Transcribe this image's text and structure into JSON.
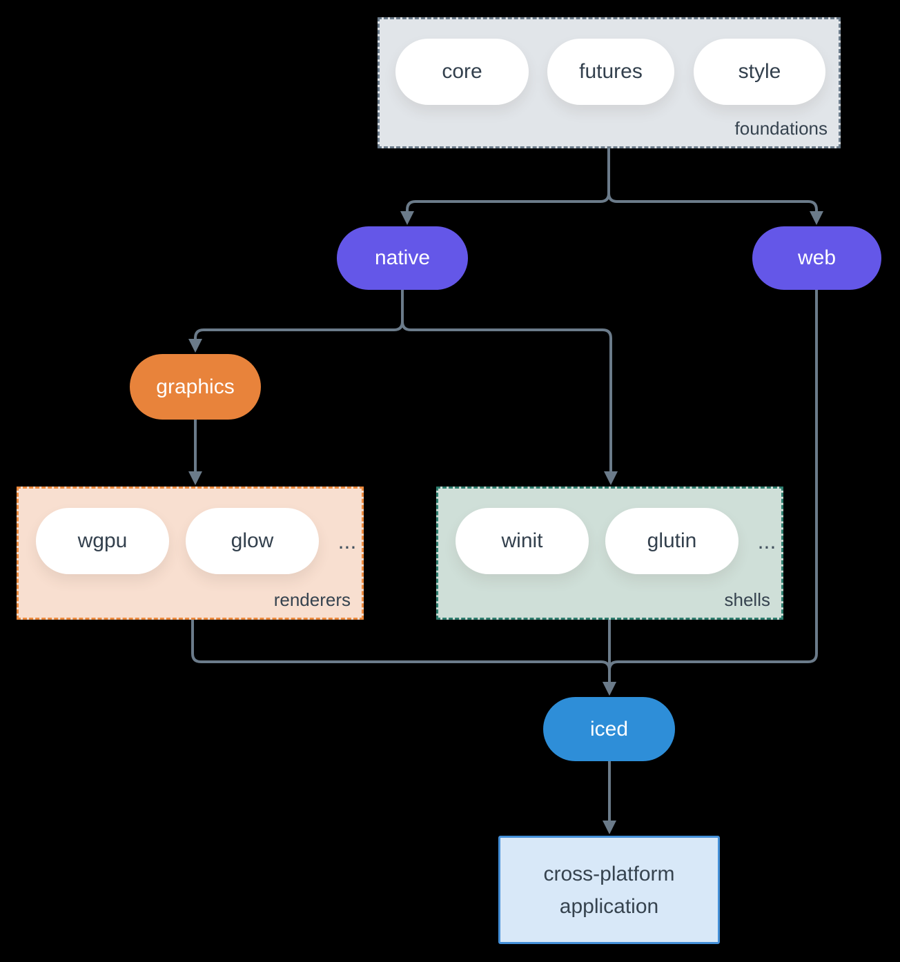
{
  "diagram": {
    "background_color": "#000000",
    "arrow_color": "#6b7b8a",
    "groups": {
      "foundations": {
        "label": "foundations",
        "fill": "#e1e5e9",
        "border": "#6b7b8a",
        "pills": [
          "core",
          "futures",
          "style"
        ]
      },
      "renderers": {
        "label": "renderers",
        "fill": "#f8dfd0",
        "border": "#ec8a3e",
        "pills": [
          "wgpu",
          "glow"
        ],
        "ellipsis": "..."
      },
      "shells": {
        "label": "shells",
        "fill": "#cfdfd8",
        "border": "#2e7d6e",
        "pills": [
          "winit",
          "glutin"
        ],
        "ellipsis": "..."
      }
    },
    "nodes": {
      "native": {
        "label": "native",
        "fill": "#6457e8",
        "text_color": "#ffffff"
      },
      "web": {
        "label": "web",
        "fill": "#6457e8",
        "text_color": "#ffffff"
      },
      "graphics": {
        "label": "graphics",
        "fill": "#e8833b",
        "text_color": "#ffffff"
      },
      "iced": {
        "label": "iced",
        "fill": "#2e8ed8",
        "text_color": "#ffffff"
      },
      "application": {
        "label_line1": "cross-platform",
        "label_line2": "application",
        "fill": "#d8e8f8",
        "border": "#448fd8"
      }
    },
    "edges": [
      "foundations -> native",
      "foundations -> web",
      "native -> graphics",
      "native -> shells",
      "graphics -> renderers",
      "renderers -> iced",
      "shells -> iced",
      "web -> iced",
      "iced -> application"
    ]
  }
}
